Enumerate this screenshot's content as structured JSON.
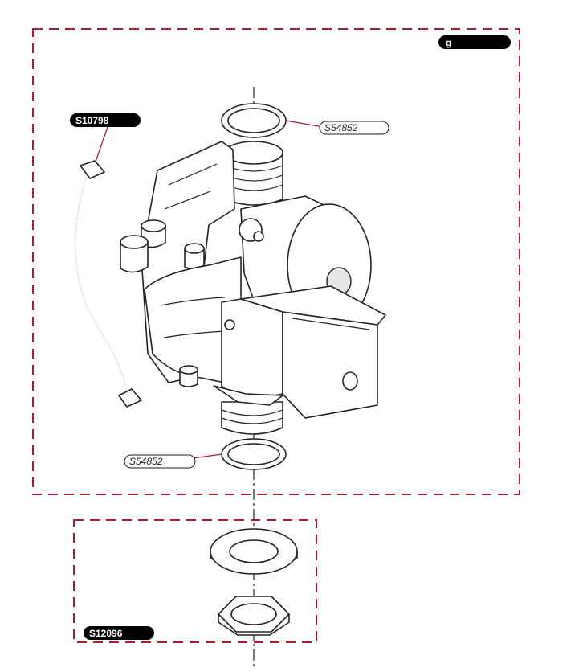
{
  "main_group": {
    "label": "g",
    "border_color": "#b11a2e"
  },
  "lower_group": {
    "label": "S12096",
    "border_color": "#b11a2e"
  },
  "parts": {
    "wiring_harness": {
      "label": "S10798"
    },
    "seal_top": {
      "label": "S54852"
    },
    "seal_bottom": {
      "label": "S54852"
    }
  },
  "colors": {
    "frame": "#b11a2e",
    "leader": "#b11a2e",
    "tag_fill": "#000000",
    "tag_text": "#ffffff",
    "line_art": "#222222"
  }
}
